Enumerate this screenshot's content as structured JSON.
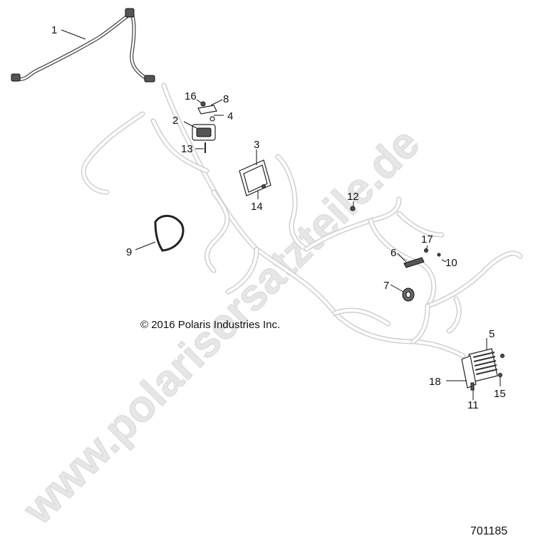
{
  "watermark": "www.polarisersatzteile.de",
  "copyright": "© 2016 Polaris Industries Inc.",
  "document_number": "701185",
  "callouts": {
    "c1": "1",
    "c2": "2",
    "c3": "3",
    "c4": "4",
    "c5": "5",
    "c6": "6",
    "c7": "7",
    "c8": "8",
    "c9": "9",
    "c10": "10",
    "c11": "11",
    "c12": "12",
    "c13": "13",
    "c14": "14",
    "c15": "15",
    "c16": "16",
    "c17": "17",
    "c18": "18"
  }
}
